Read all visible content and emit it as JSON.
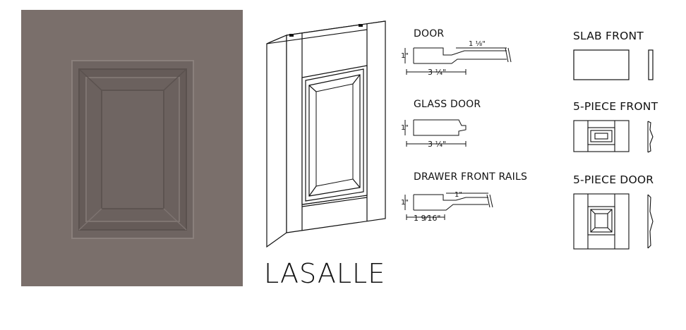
{
  "title": "LASALLE",
  "sections": {
    "door": "DOOR",
    "glass_door": "GLASS DOOR",
    "drawer_front_rails": "DRAWER FRONT RAILS",
    "slab_front": "SLAB FRONT",
    "five_piece_front": "5-PIECE FRONT",
    "five_piece_door": "5-PIECE DOOR"
  },
  "dimensions": {
    "door_height": "1\"",
    "door_width": "3 ¼\"",
    "door_edge": "1 ⅛\"",
    "glass_height": "1\"",
    "glass_width": "3 ¼\"",
    "drawer_height": "1\"",
    "drawer_edge": "1\"",
    "drawer_width": "1 9⁄16\""
  },
  "colors": {
    "sample": "#7a6f6b",
    "line": "#111111"
  }
}
